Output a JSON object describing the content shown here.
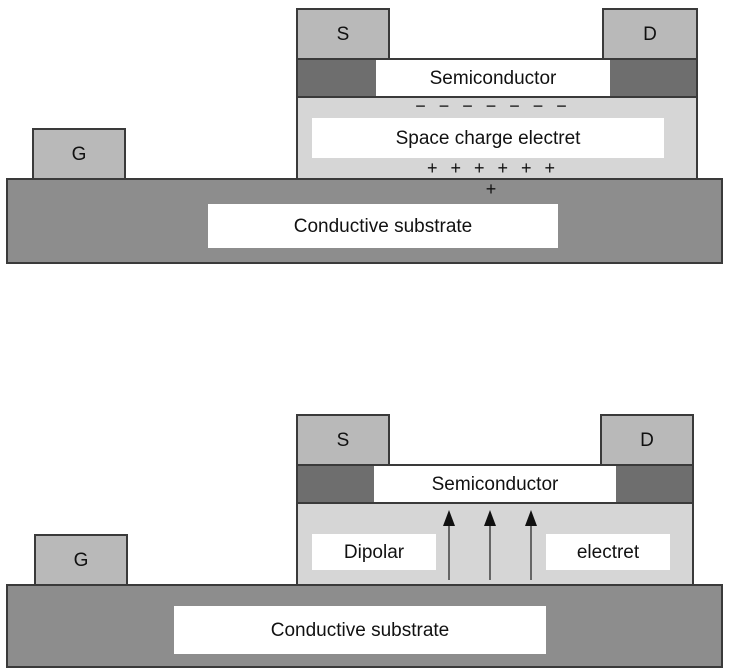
{
  "top": {
    "gate": "G",
    "source": "S",
    "drain": "D",
    "semiconductor": "Semiconductor",
    "negative_charges": "− − − − − − − −",
    "electret": "Space charge electret",
    "positive_charges": "+ + + + + + +",
    "substrate": "Conductive substrate"
  },
  "bottom": {
    "gate": "G",
    "source": "S",
    "drain": "D",
    "semiconductor": "Semiconductor",
    "electret_left": "Dipolar",
    "electret_right": "electret",
    "substrate": "Conductive substrate"
  }
}
